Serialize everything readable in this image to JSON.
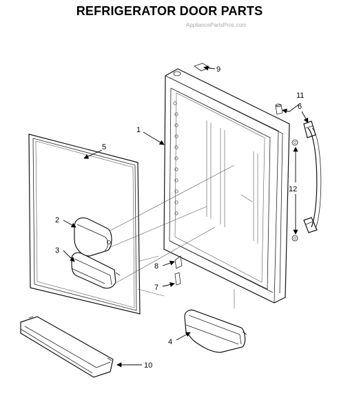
{
  "title": "REFRIGERATOR DOOR PARTS",
  "watermark": "AppliancePartsPros.com",
  "callouts": {
    "c1": "1",
    "c2": "2",
    "c3": "3",
    "c4": "4",
    "c5": "5",
    "c6": "6",
    "c7": "7",
    "c8": "8",
    "c9": "9",
    "c10": "10",
    "c11": "11",
    "c12": "12"
  }
}
